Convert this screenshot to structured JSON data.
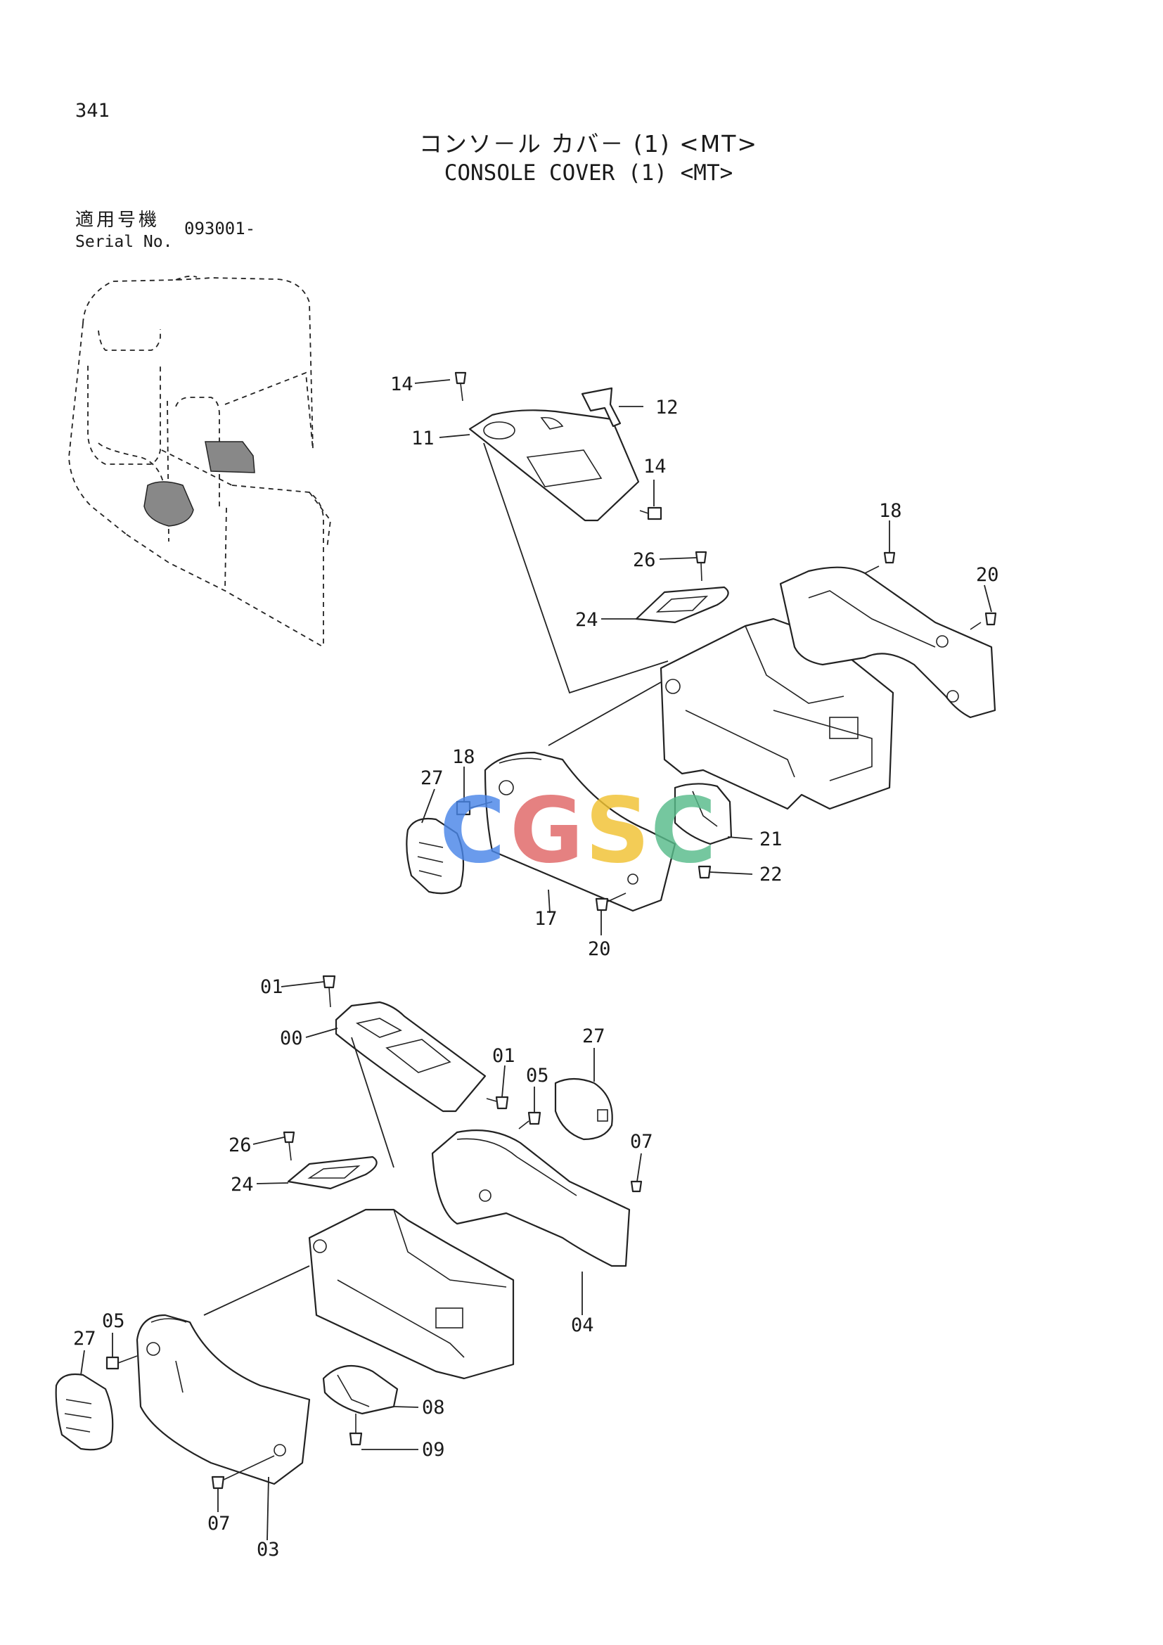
{
  "header": {
    "page_number": "341",
    "title_jp": "コンソ－ル カバ－ (1) <MT>",
    "title_en": "CONSOLE COVER (1) <MT>",
    "serial_label_jp": "適用号機",
    "serial_label_en": "Serial No.",
    "serial_value": "093001-"
  },
  "upper_assembly": {
    "callouts": [
      "14",
      "12",
      "11",
      "14",
      "18",
      "20",
      "26",
      "24",
      "27",
      "18",
      "21",
      "22",
      "17",
      "20"
    ]
  },
  "lower_assembly": {
    "callouts": [
      "01",
      "00",
      "01",
      "05",
      "27",
      "07",
      "26",
      "24",
      "04",
      "05",
      "27",
      "08",
      "09",
      "07",
      "03"
    ]
  },
  "watermark": {
    "letters": [
      "C",
      "G",
      "S",
      "C"
    ],
    "colors": [
      "#4a86e8",
      "#e06666",
      "#f1c232",
      "#57bb8a"
    ]
  }
}
